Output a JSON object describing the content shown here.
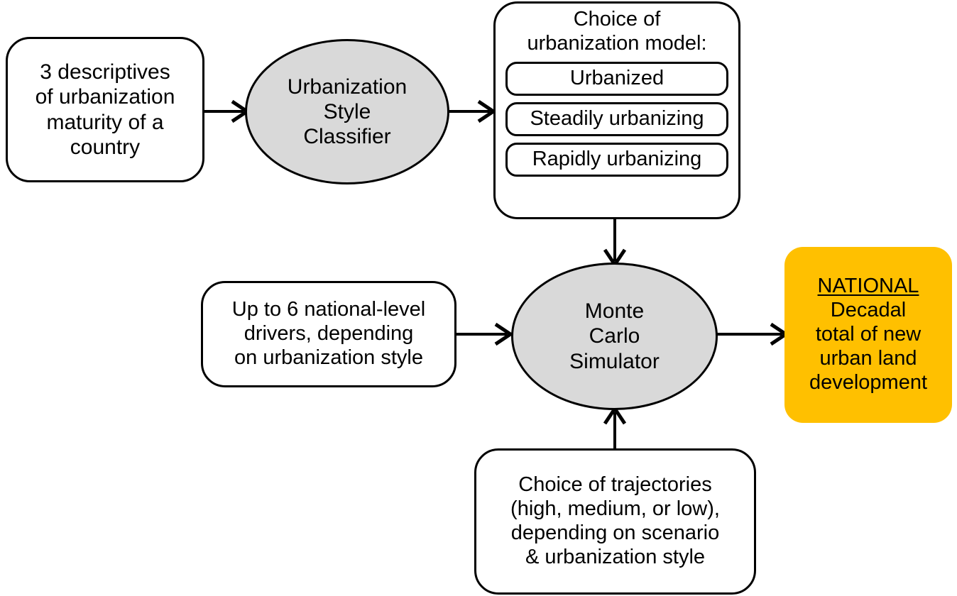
{
  "diagram": {
    "title_present": false,
    "background_color": "#ffffff",
    "accent_colors": {
      "process_fill": "#d9d9d9",
      "output_fill": "#ffc000",
      "stroke": "#000000"
    },
    "nodes": [
      {
        "id": "descriptives",
        "shape": "rounded-rect",
        "text": "3 descriptives of urbanization maturity of a country",
        "lines": [
          "3 descriptives",
          "of urbanization",
          "maturity of a",
          "country"
        ]
      },
      {
        "id": "classifier",
        "shape": "ellipse",
        "text": "Urbanization Style Classifier",
        "lines": [
          "Urbanization",
          "Style",
          "Classifier"
        ]
      },
      {
        "id": "model-choice",
        "shape": "rounded-rect",
        "heading_lines": [
          "Choice of",
          "urbanization model:"
        ],
        "options": [
          {
            "label": "Urbanized"
          },
          {
            "label": "Steadily urbanizing"
          },
          {
            "label": "Rapidly urbanizing"
          }
        ]
      },
      {
        "id": "drivers",
        "shape": "rounded-rect",
        "text": "Up to 6 national-level drivers, depending on urbanization style",
        "lines": [
          "Up to 6 national-level",
          "drivers, depending",
          "on urbanization style"
        ]
      },
      {
        "id": "simulator",
        "shape": "ellipse",
        "text": "Monte Carlo Simulator",
        "lines": [
          "Monte",
          "Carlo",
          "Simulator"
        ]
      },
      {
        "id": "trajectories",
        "shape": "rounded-rect",
        "text": "Choice of trajectories (high, medium, or low), depending on scenario & urbanization style",
        "lines": [
          "Choice of trajectories",
          "(high, medium, or low),",
          "depending on scenario",
          "& urbanization style"
        ]
      },
      {
        "id": "output",
        "shape": "rounded-rect-filled",
        "emphasis_label": "NATIONAL",
        "lines": [
          "Decadal",
          "total of new",
          "urban land",
          "development"
        ]
      }
    ],
    "edges": [
      {
        "from": "descriptives",
        "to": "classifier",
        "direction": "right"
      },
      {
        "from": "classifier",
        "to": "model-choice",
        "direction": "right"
      },
      {
        "from": "model-choice",
        "to": "simulator",
        "direction": "down"
      },
      {
        "from": "drivers",
        "to": "simulator",
        "direction": "right"
      },
      {
        "from": "trajectories",
        "to": "simulator",
        "direction": "up"
      },
      {
        "from": "simulator",
        "to": "output",
        "direction": "right"
      }
    ]
  }
}
